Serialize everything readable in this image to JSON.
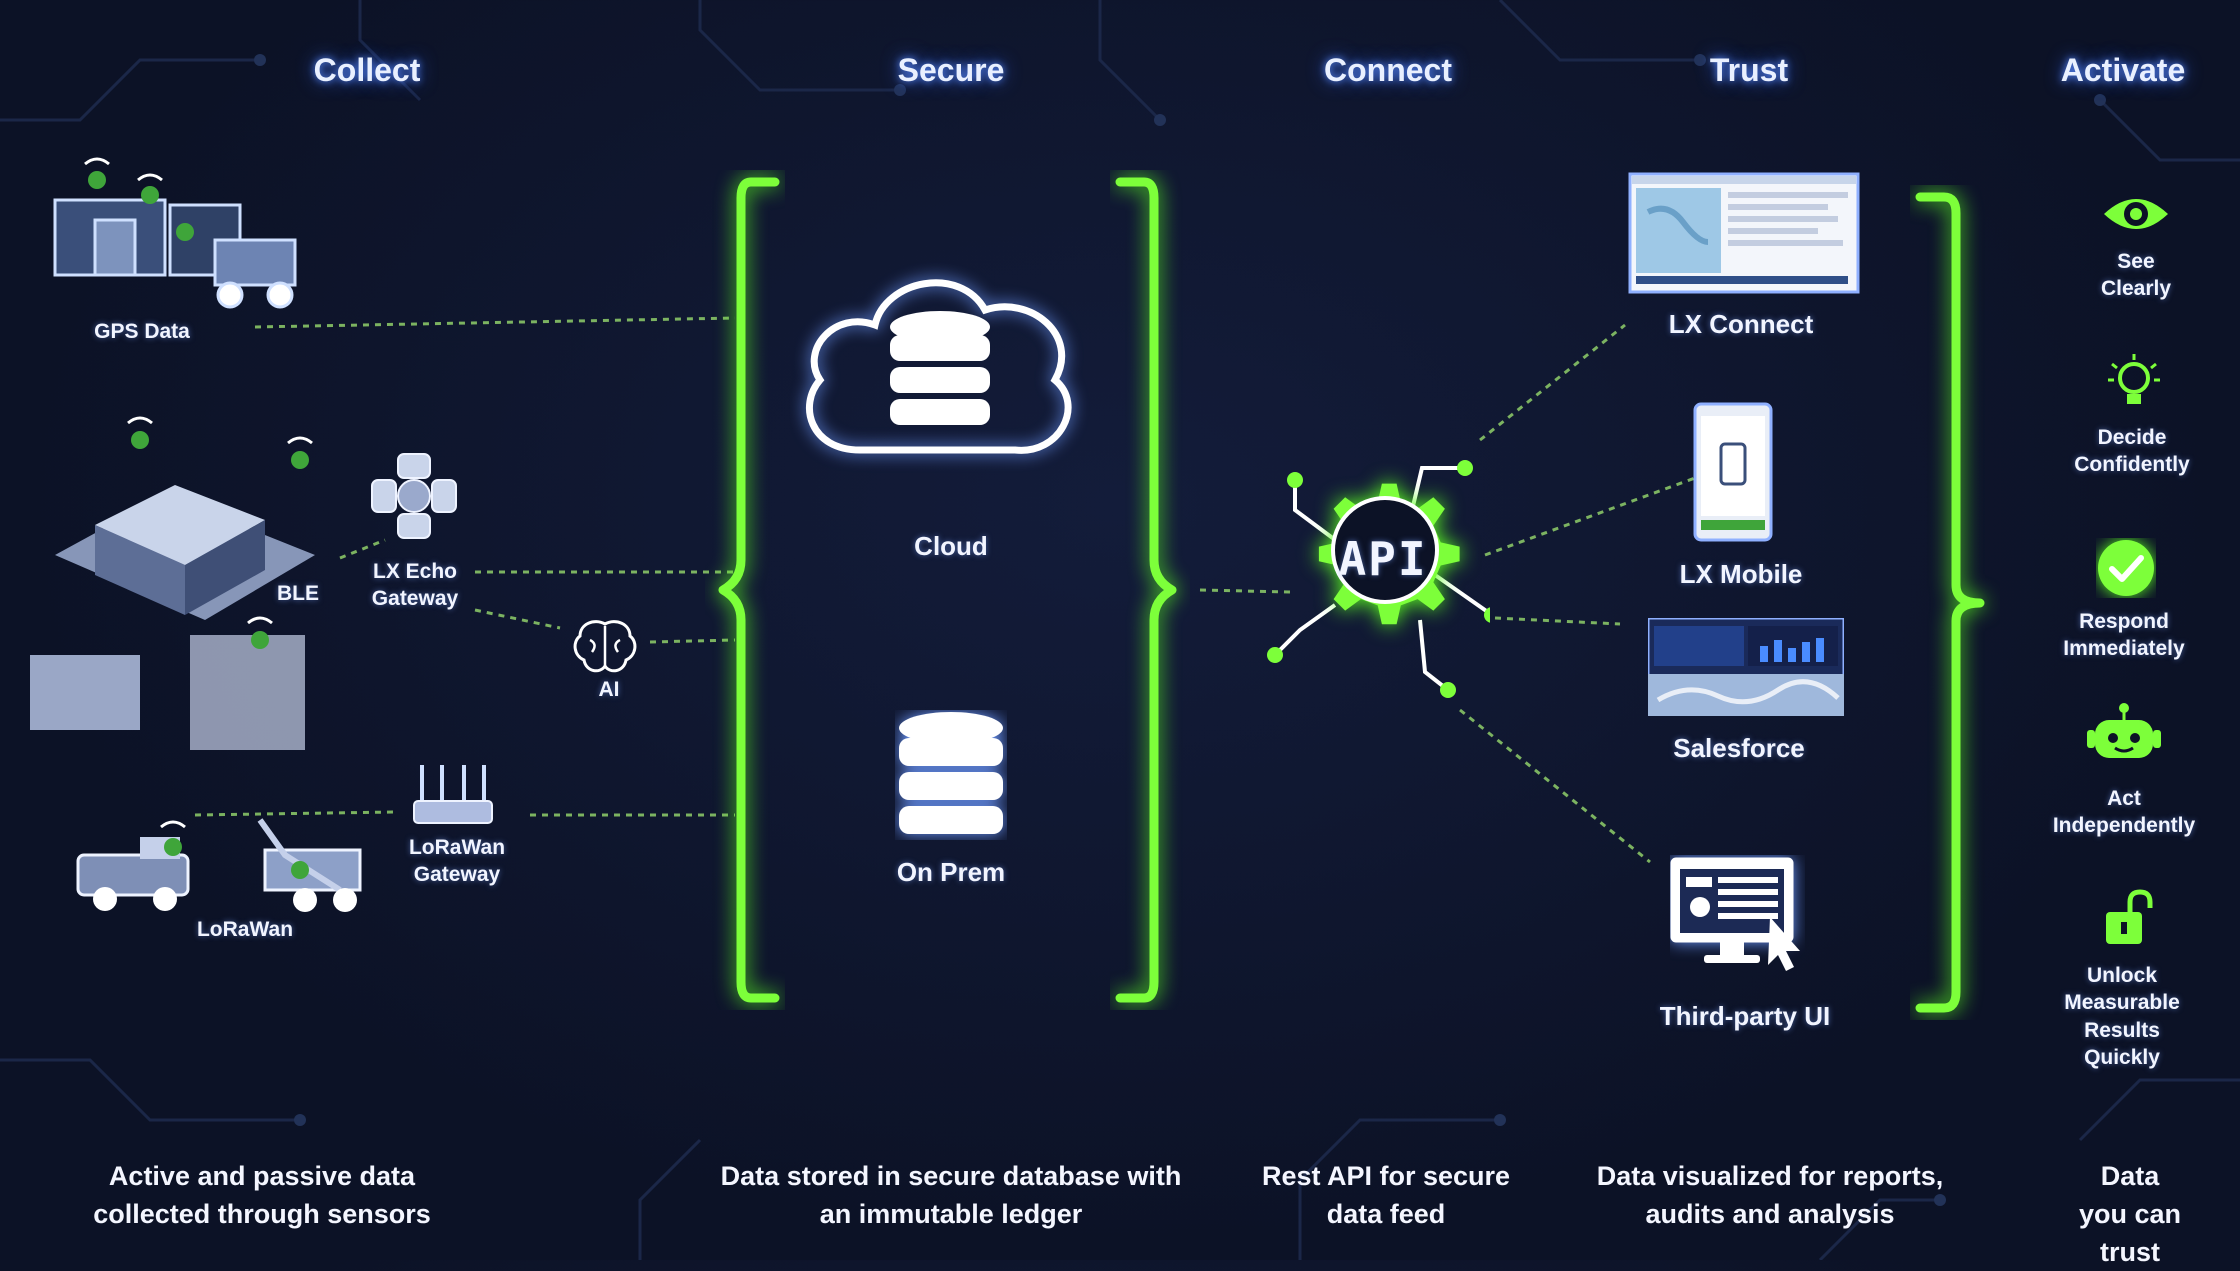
{
  "headers": {
    "collect": "Collect",
    "secure": "Secure",
    "connect": "Connect",
    "trust": "Trust",
    "activate": "Activate"
  },
  "collect": {
    "gps_data": "GPS Data",
    "lx_echo_gateway": [
      "LX Echo",
      "Gateway"
    ],
    "ble": "BLE",
    "ai": "AI",
    "lorawan_gateway": [
      "LoRaWan",
      "Gateway"
    ],
    "lorawan": "LoRaWan"
  },
  "secure": {
    "cloud": "Cloud",
    "on_prem": "On Prem"
  },
  "connect": {
    "api": "API"
  },
  "trust": {
    "lx_connect": "LX Connect",
    "lx_mobile": "LX Mobile",
    "salesforce": "Salesforce",
    "third_party_ui": "Third-party UI"
  },
  "activate": [
    {
      "icon": "eye-icon",
      "lines": [
        "See",
        "Clearly"
      ]
    },
    {
      "icon": "lightbulb-icon",
      "lines": [
        "Decide",
        "Confidently"
      ]
    },
    {
      "icon": "checkmark-icon",
      "lines": [
        "Respond",
        "Immediately"
      ]
    },
    {
      "icon": "robot-icon",
      "lines": [
        "Act",
        "Independently"
      ]
    },
    {
      "icon": "unlock-icon",
      "lines": [
        "Unlock",
        "Measurable",
        "Results",
        "Quickly"
      ]
    }
  ],
  "footers": {
    "collect": [
      "Active and passive data",
      "collected through sensors"
    ],
    "secure": [
      "Data stored in secure database with",
      "an immutable ledger"
    ],
    "connect": [
      "Rest API for secure",
      "data feed"
    ],
    "trust": [
      "Data visualized for reports,",
      "audits and analysis"
    ],
    "activate": [
      "Data you can",
      "trust"
    ]
  },
  "colors": {
    "background": "#0c1226",
    "accent_green": "#7dff3a",
    "glow_blue": "#5b8cff",
    "text": "#f2f5ff"
  }
}
